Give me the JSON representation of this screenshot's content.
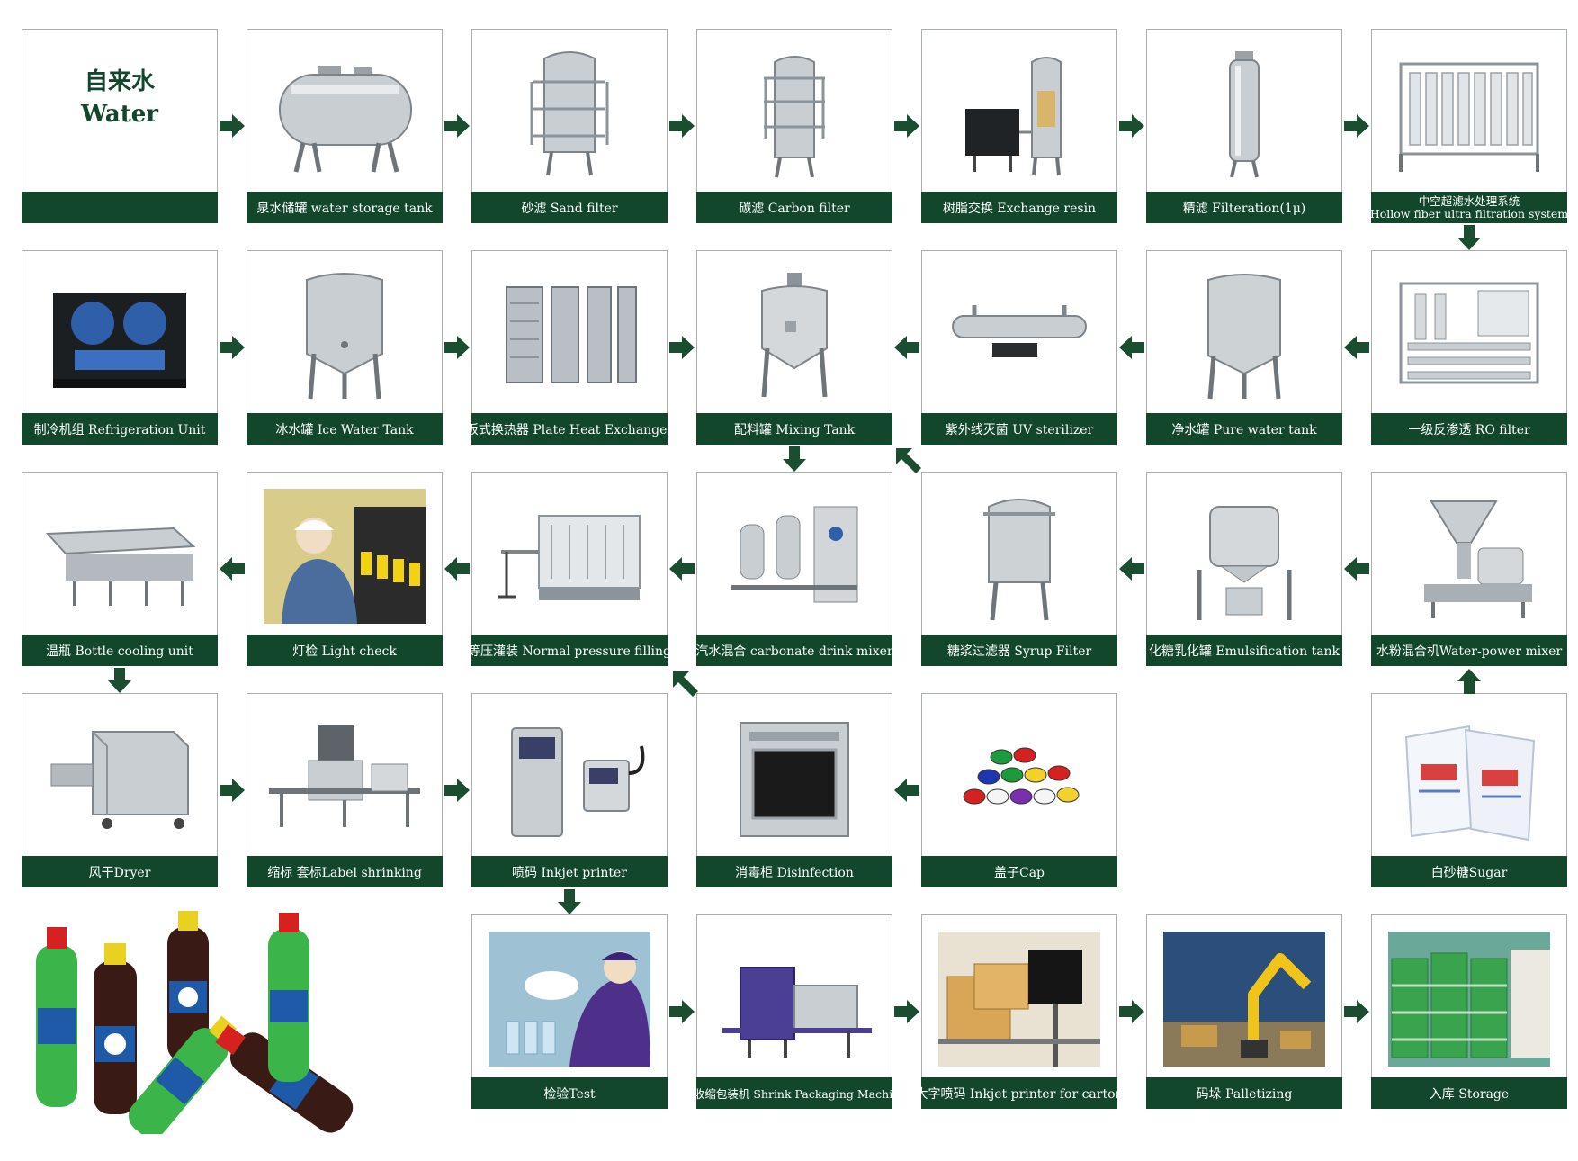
{
  "colors": {
    "brand_green": "#12472b",
    "arrow_green": "#1b4d30",
    "steel": "#c9ced2"
  },
  "start": {
    "chinese": "自来水",
    "english": "Water"
  },
  "row1": [
    {
      "id": "water_storage_tank",
      "caption": "泉水储罐  water storage tank",
      "icon": "horizontal-tank-icon"
    },
    {
      "id": "sand_filter",
      "caption": "砂滤   Sand filter",
      "icon": "sand-filter-icon"
    },
    {
      "id": "carbon_filter",
      "caption": "碳滤  Carbon filter",
      "icon": "carbon-filter-icon"
    },
    {
      "id": "exchange_resin",
      "caption": "树脂交换 Exchange resin",
      "icon": "resin-exchange-icon"
    },
    {
      "id": "filtration",
      "caption": "精滤   Filteration(1μ)",
      "icon": "cartridge-filter-icon"
    },
    {
      "id": "hollow_fiber",
      "caption_line1": "中空超滤水处理系统",
      "caption_line2": "Hollow  fiber ultra filtration system",
      "icon": "ultrafiltration-rack-icon"
    }
  ],
  "row2": [
    {
      "id": "refrigeration_unit",
      "caption": "制冷机组 Refrigeration Unit",
      "icon": "refrigeration-unit-icon"
    },
    {
      "id": "ice_water_tank",
      "caption": "冰水罐 Ice Water Tank",
      "icon": "vertical-tank-icon"
    },
    {
      "id": "plate_heat_exchanger",
      "caption": "板式换热器 Plate Heat Exchanger",
      "icon": "plate-heat-exchanger-icon"
    },
    {
      "id": "mixing_tank",
      "caption": "配料罐 Mixing Tank",
      "icon": "mixing-tank-icon"
    },
    {
      "id": "uv_sterilizer",
      "caption": "紫外线灭菌 UV sterilizer",
      "icon": "uv-sterilizer-icon"
    },
    {
      "id": "pure_water_tank",
      "caption": "净水罐  Pure water tank",
      "icon": "pure-water-tank-icon"
    },
    {
      "id": "ro_filter",
      "caption": "一级反渗透   RO filter",
      "icon": "ro-system-icon"
    }
  ],
  "row3": [
    {
      "id": "bottle_cooling",
      "caption": "温瓶 Bottle cooling unit",
      "icon": "cooling-conveyor-icon"
    },
    {
      "id": "light_check",
      "caption": "灯检 Light check",
      "icon": "worker-inspection-icon"
    },
    {
      "id": "normal_pressure_filling",
      "caption": "等压灌装 Normal pressure filling",
      "icon": "filling-machine-icon"
    },
    {
      "id": "carbonate_mixer",
      "caption": "汽水混合 carbonate drink mixer",
      "icon": "carbonation-mixer-icon"
    },
    {
      "id": "syrup_filter",
      "caption": "糖浆过滤器 Syrup Filter",
      "icon": "syrup-filter-icon"
    },
    {
      "id": "emulsification_tank",
      "caption": "化糖乳化罐 Emulsification tank",
      "icon": "emulsification-tank-icon"
    },
    {
      "id": "water_power_mixer",
      "caption": "水粉混合机Water-power mixer",
      "icon": "powder-mixer-icon"
    }
  ],
  "row4": [
    {
      "id": "dryer",
      "caption": "风干Dryer",
      "icon": "air-dryer-icon"
    },
    {
      "id": "label_shrinking",
      "caption": "缩标 套标Label shrinking",
      "icon": "labeling-machine-icon"
    },
    {
      "id": "inkjet_printer",
      "caption": "喷码 Inkjet printer",
      "icon": "inkjet-printer-icon"
    },
    {
      "id": "disinfection",
      "caption": "消毒柜 Disinfection",
      "icon": "disinfection-cabinet-icon"
    },
    {
      "id": "cap",
      "caption": "盖子Cap",
      "icon": "bottle-caps-icon"
    },
    {
      "id": "sugar",
      "caption": "白砂糖Sugar",
      "icon": "sugar-sacks-icon"
    }
  ],
  "row5": [
    {
      "id": "test",
      "caption": "检验Test",
      "icon": "quality-test-icon"
    },
    {
      "id": "shrink_packaging",
      "caption": "热收缩包装机 Shrink Packaging Machine",
      "icon": "shrink-wrapper-icon"
    },
    {
      "id": "carton_printer",
      "caption": "大字喷码 Inkjet printer for carton",
      "icon": "carton-printer-icon"
    },
    {
      "id": "palletizing",
      "caption": "码垛 Palletizing",
      "icon": "palletizing-robot-icon"
    },
    {
      "id": "storage",
      "caption": "入库 Storage",
      "icon": "warehouse-storage-icon"
    }
  ]
}
